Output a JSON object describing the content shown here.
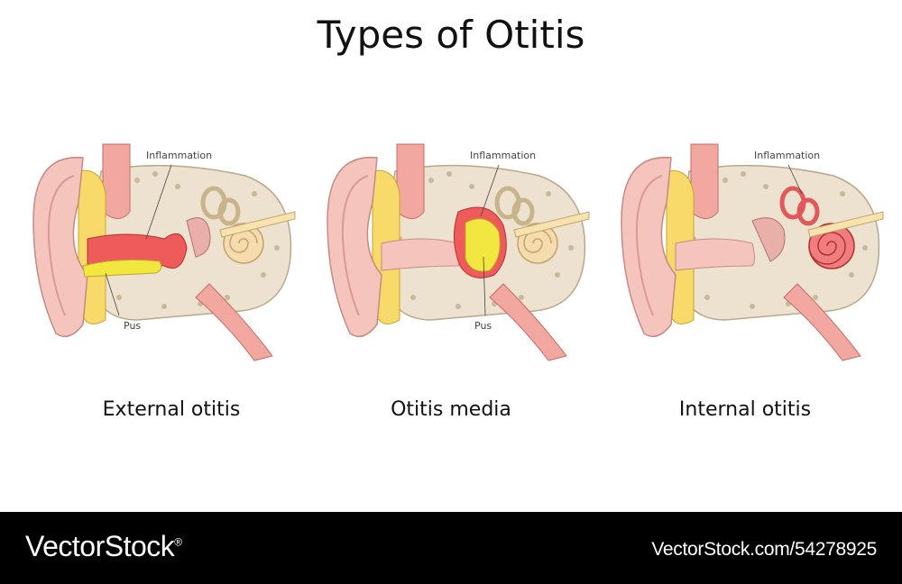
{
  "title": "Types of Otitis",
  "panels": [
    {
      "label": "External otitis",
      "annotations": [
        "Inflammation",
        "Pus"
      ]
    },
    {
      "label": "Otitis media",
      "annotations": [
        "Inflammation",
        "Pus"
      ]
    },
    {
      "label": "Internal otitis",
      "annotations": [
        "Inflammation"
      ]
    }
  ],
  "colors": {
    "skin": "#f5c4bd",
    "bone": "#ece2cf",
    "cartilage": "#f7da6a",
    "inflammation": "#ef5a5a",
    "pus": "#f2e640",
    "cochlea": "#f4dcae",
    "footer": "#000000"
  },
  "footer": {
    "brand": "VectorStock",
    "brand_mark": "®",
    "url": "VectorStock.com/54278925"
  }
}
